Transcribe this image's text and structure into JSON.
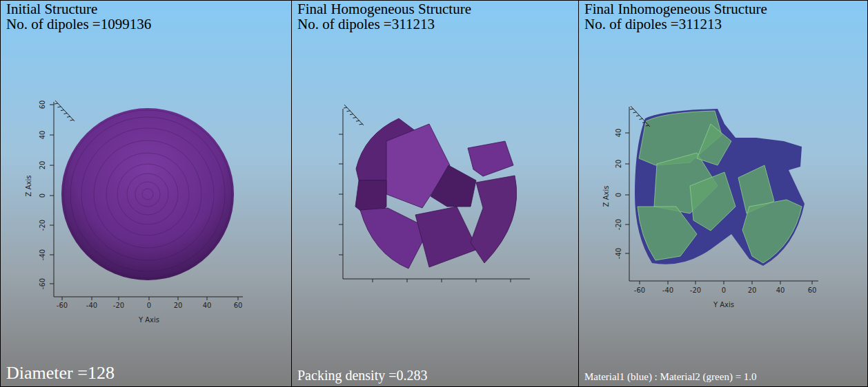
{
  "diagram": {
    "nodes": [
      {
        "text": [
          "Initial Structure",
          "No. of dipoles =1099136",
          "Diameter =128"
        ]
      },
      {
        "text": [
          "Final Homogeneous Structure",
          "No. of dipoles =311213",
          "Packing density =0.283"
        ]
      },
      {
        "text": [
          "Final Inhomogeneous Structure",
          "No. of dipoles =311213",
          "Material1 (blue) : Material2 (green) = 1.0"
        ]
      }
    ],
    "labels": [
      "60",
      "40",
      "20",
      "0",
      "-20",
      "-40",
      "-60",
      "Z Axis",
      "-60",
      "-40",
      "-20",
      "0",
      "20",
      "40",
      "60",
      "Y Axis",
      "40",
      "20",
      "0",
      "-20",
      "-40",
      "Z Axis",
      "-60",
      "-40",
      "-20",
      "0",
      "20",
      "40",
      "60",
      "Y Axis"
    ]
  }
}
